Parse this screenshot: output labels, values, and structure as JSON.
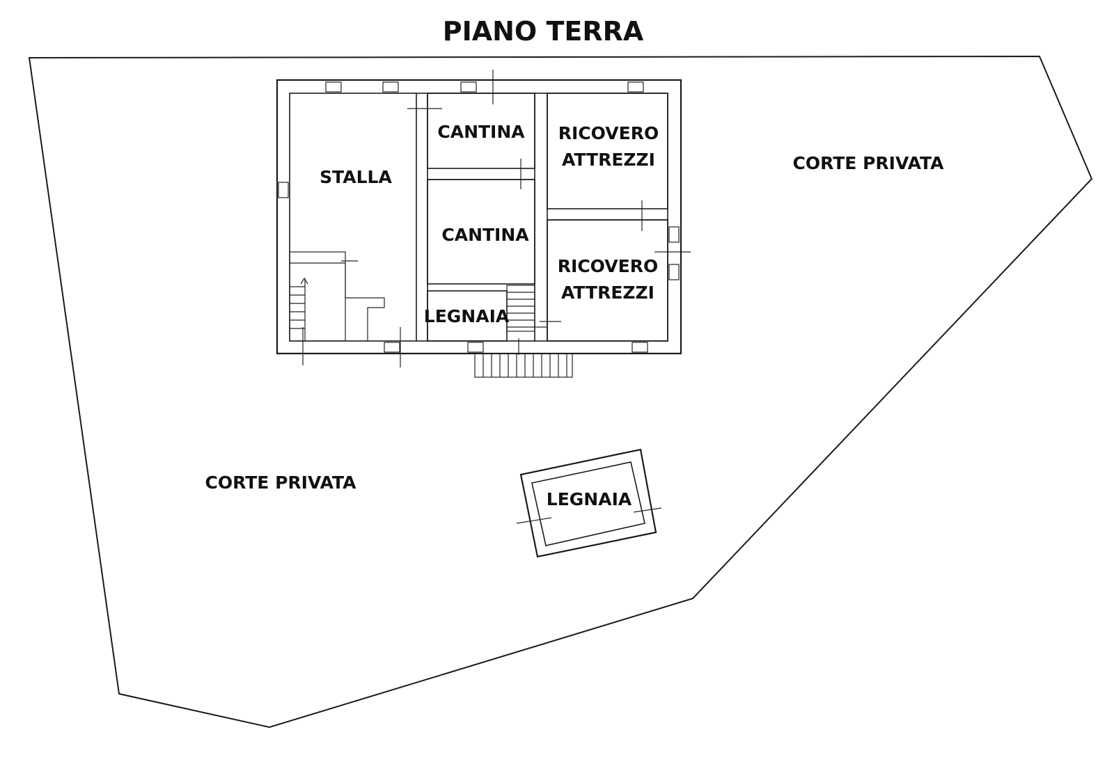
{
  "title": "PIANO TERRA",
  "rooms": {
    "stalla": "STALLA",
    "cantina_top": "CANTINA",
    "cantina_mid": "CANTINA",
    "ricovero_top_line1": "RICOVERO",
    "ricovero_top_line2": "ATTREZZI",
    "ricovero_bottom_line1": "RICOVERO",
    "ricovero_bottom_line2": "ATTREZZI",
    "legnaia_inner": "LEGNAIA",
    "legnaia_outbuilding": "LEGNAIA"
  },
  "areas": {
    "corte_right": "CORTE PRIVATA",
    "corte_left": "CORTE PRIVATA"
  }
}
